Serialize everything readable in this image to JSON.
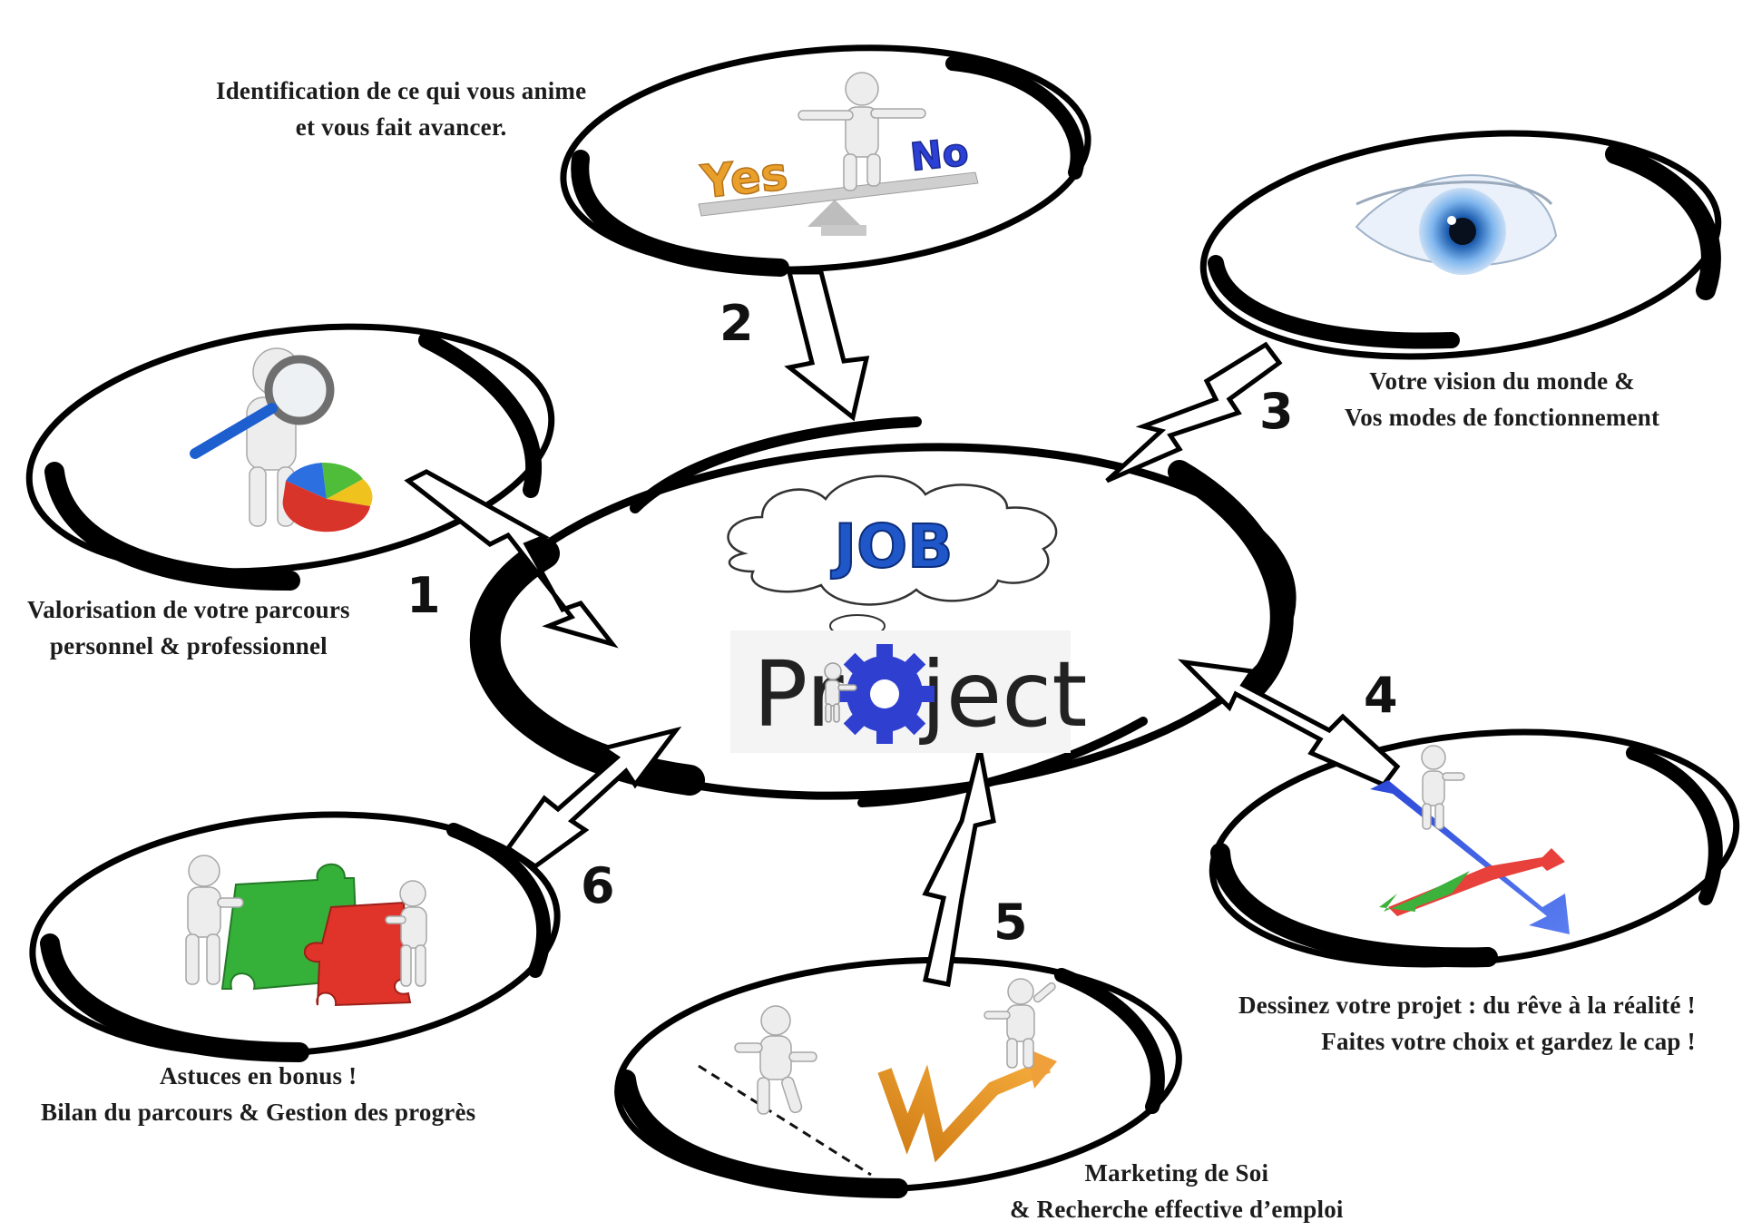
{
  "center": {
    "job_text": "JOB",
    "project_pre": "Pr",
    "project_post": "ject"
  },
  "steps": [
    {
      "number": "1",
      "lines": [
        "Valorisation de votre parcours",
        "personnel & professionnel"
      ]
    },
    {
      "number": "2",
      "lines": [
        "Identification de ce qui vous anime",
        "et vous fait avancer."
      ]
    },
    {
      "number": "3",
      "lines": [
        "Votre vision du monde &",
        "Vos modes de fonctionnement"
      ]
    },
    {
      "number": "4",
      "lines": [
        "Dessinez votre projet : du rêve à la réalité !",
        "Faites votre choix et gardez le cap !"
      ]
    },
    {
      "number": "5",
      "lines": [
        "Marketing de Soi",
        "& Recherche effective d’emploi"
      ]
    },
    {
      "number": "6",
      "lines": [
        "Astuces en bonus !",
        "Bilan du parcours & Gestion des progrès"
      ]
    }
  ],
  "illustrations": {
    "yes_text": "Yes",
    "no_text": "No"
  },
  "colors": {
    "stroke": "#000000",
    "job_blue": "#1f56c8",
    "gear_blue": "#2f3fd0",
    "yes_orange": "#e9a02a",
    "no_blue": "#2c3fd6",
    "puzzle_green": "#35b13a",
    "puzzle_red": "#e0342a",
    "arrow_orange": "#e8922a"
  }
}
